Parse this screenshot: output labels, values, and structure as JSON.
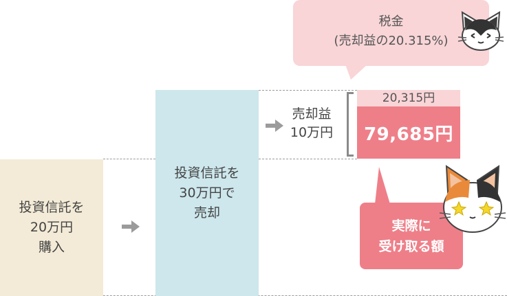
{
  "purchase": {
    "line1": "投資信託を",
    "line2": "20万円",
    "line3": "購入"
  },
  "sale": {
    "line1": "投資信託を",
    "line2": "30万円で",
    "line3": "売却"
  },
  "gain": {
    "line1": "売却益",
    "line2": "10万円"
  },
  "tax_amount": "20,315円",
  "net_amount": "79,685円",
  "tax_bubble": {
    "line1": "税金",
    "line2": "(売却益の20.315%)"
  },
  "net_bubble": {
    "line1": "実際に",
    "line2": "受け取る額"
  },
  "colors": {
    "purchase_bg": "#f3ebd7",
    "sale_bg": "#cde7ec",
    "tax_pink": "#f9d5d7",
    "net_pink": "#ee7f89"
  },
  "icons": [
    "arrow-right-icon",
    "bracket",
    "cat-bw-icon",
    "cat-calico-icon"
  ]
}
